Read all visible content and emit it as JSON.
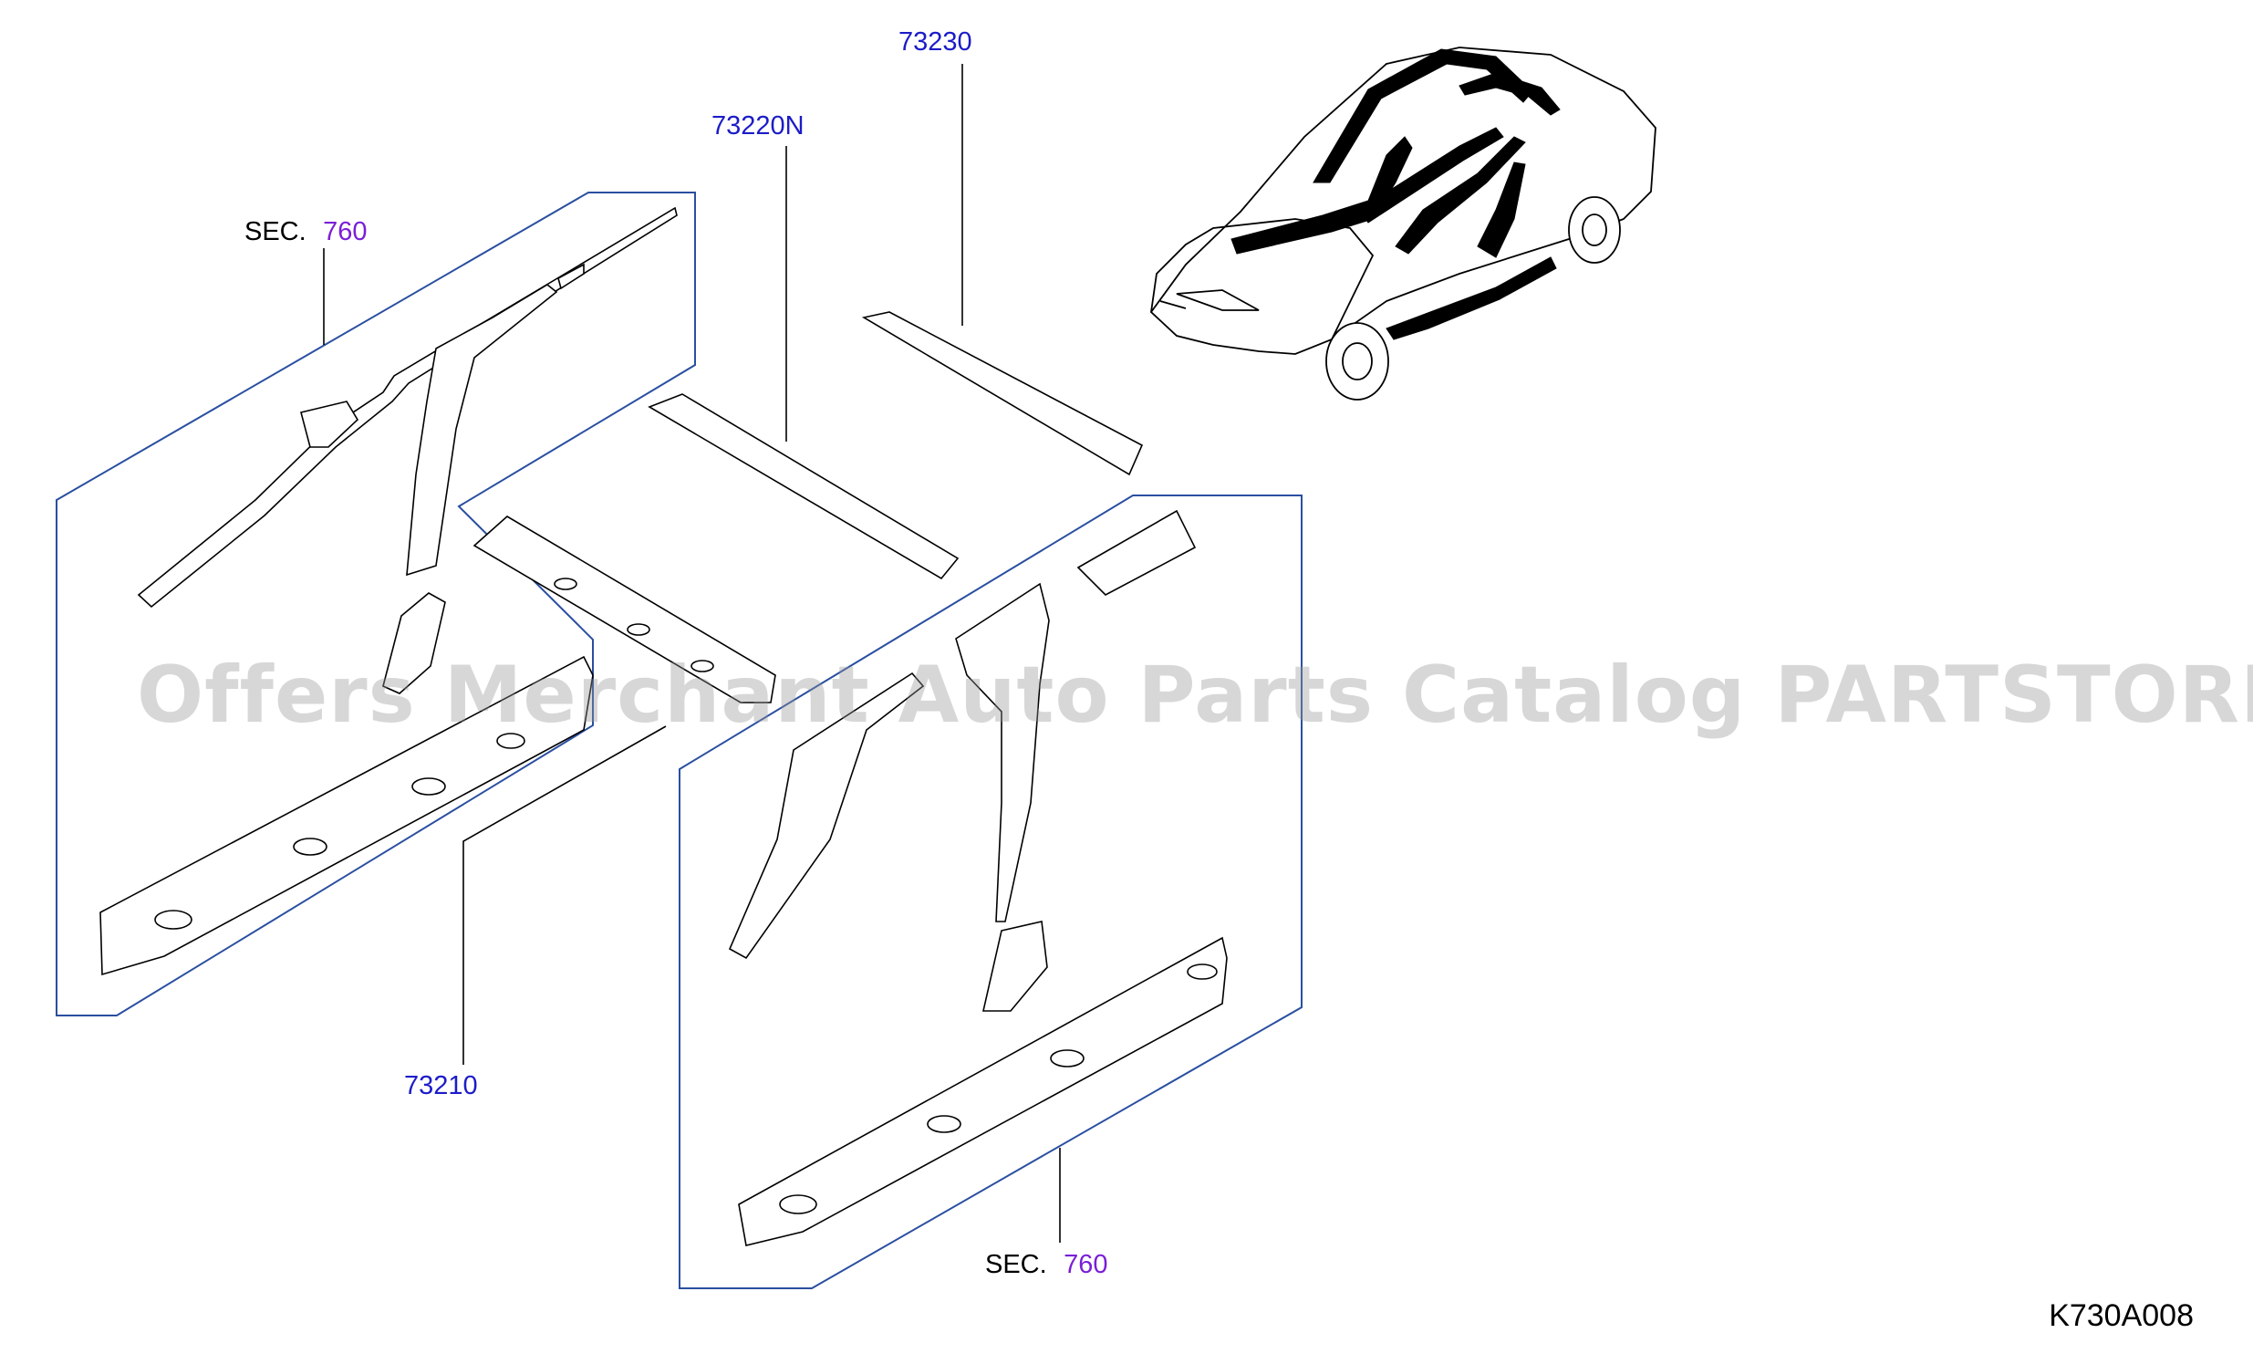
{
  "callouts": {
    "part_73230": "73230",
    "part_73220n": "73220N",
    "part_73210": "73210",
    "sec_prefix_left": "SEC.",
    "sec_num_left": "760",
    "sec_prefix_right": "SEC.",
    "sec_num_right": "760"
  },
  "watermark": "Offers Merchant Auto Parts Catalog PARTSTORE.SA",
  "diagram_code": "K730A008",
  "colors": {
    "part_number": "#1c1cc8",
    "section_number": "#7a1fd6",
    "group_outline": "#2a4fa0",
    "line_art": "#000000"
  }
}
